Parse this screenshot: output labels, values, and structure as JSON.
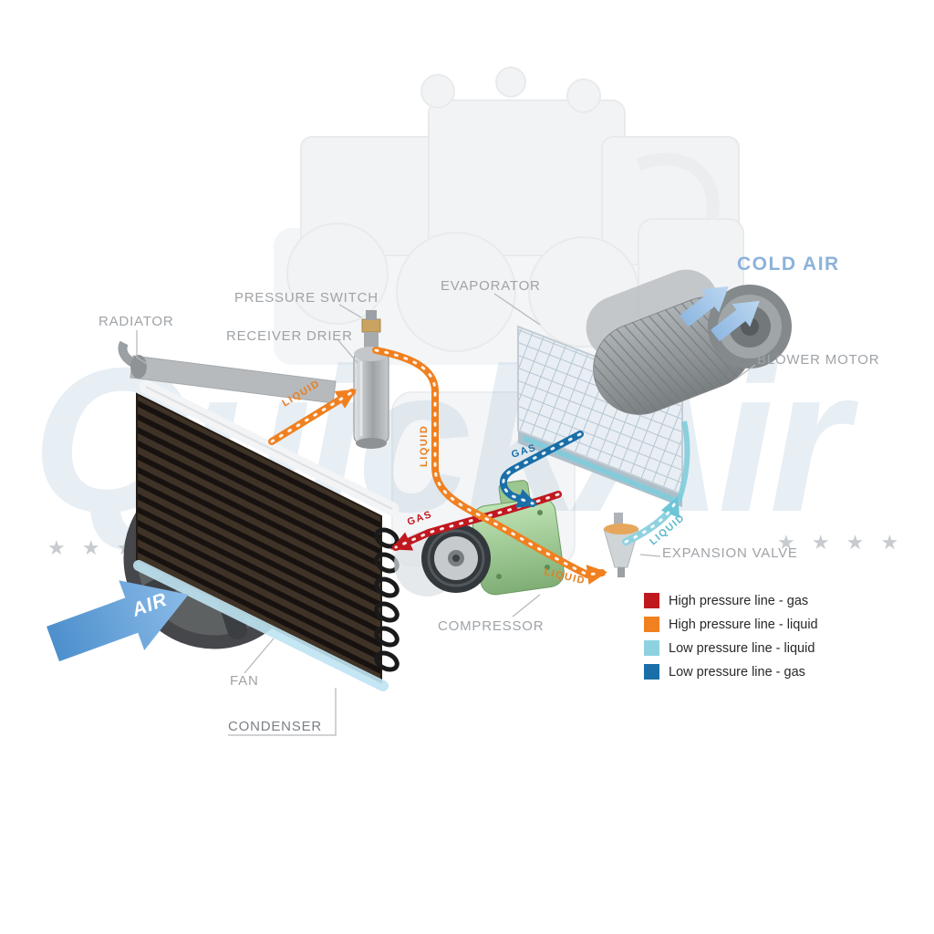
{
  "watermark": {
    "brand": "QuickAir",
    "stars_left": "★ ★ ★ ★",
    "stars_right": "★ ★ ★ ★"
  },
  "flow": {
    "cold_air": "COLD AIR",
    "air": "AIR"
  },
  "components": {
    "radiator": "RADIATOR",
    "pressure_switch": "PRESSURE SWITCH",
    "receiver_drier": "RECEIVER DRIER",
    "evaporator": "EVAPORATOR",
    "blower_motor": "BLOWER MOTOR",
    "expansion_valve": "EXPANSION VALVE",
    "compressor": "COMPRESSOR",
    "fan": "FAN",
    "condenser": "CONDENSER"
  },
  "line_labels": {
    "liquid_in": "LIQUID",
    "liquid_out": "LIQUID",
    "liquid_valve": "LIQUID",
    "liquid_low": "LIQUID",
    "gas_high": "GAS",
    "gas_low": "GAS"
  },
  "legend": {
    "items": [
      {
        "label": "High pressure line - gas",
        "color": "#c0181f"
      },
      {
        "label": "High pressure line - liquid",
        "color": "#f08020"
      },
      {
        "label": "Low pressure line - liquid",
        "color": "#8ed2e0"
      },
      {
        "label": "Low pressure line -  gas",
        "color": "#1b6fa8"
      }
    ]
  }
}
